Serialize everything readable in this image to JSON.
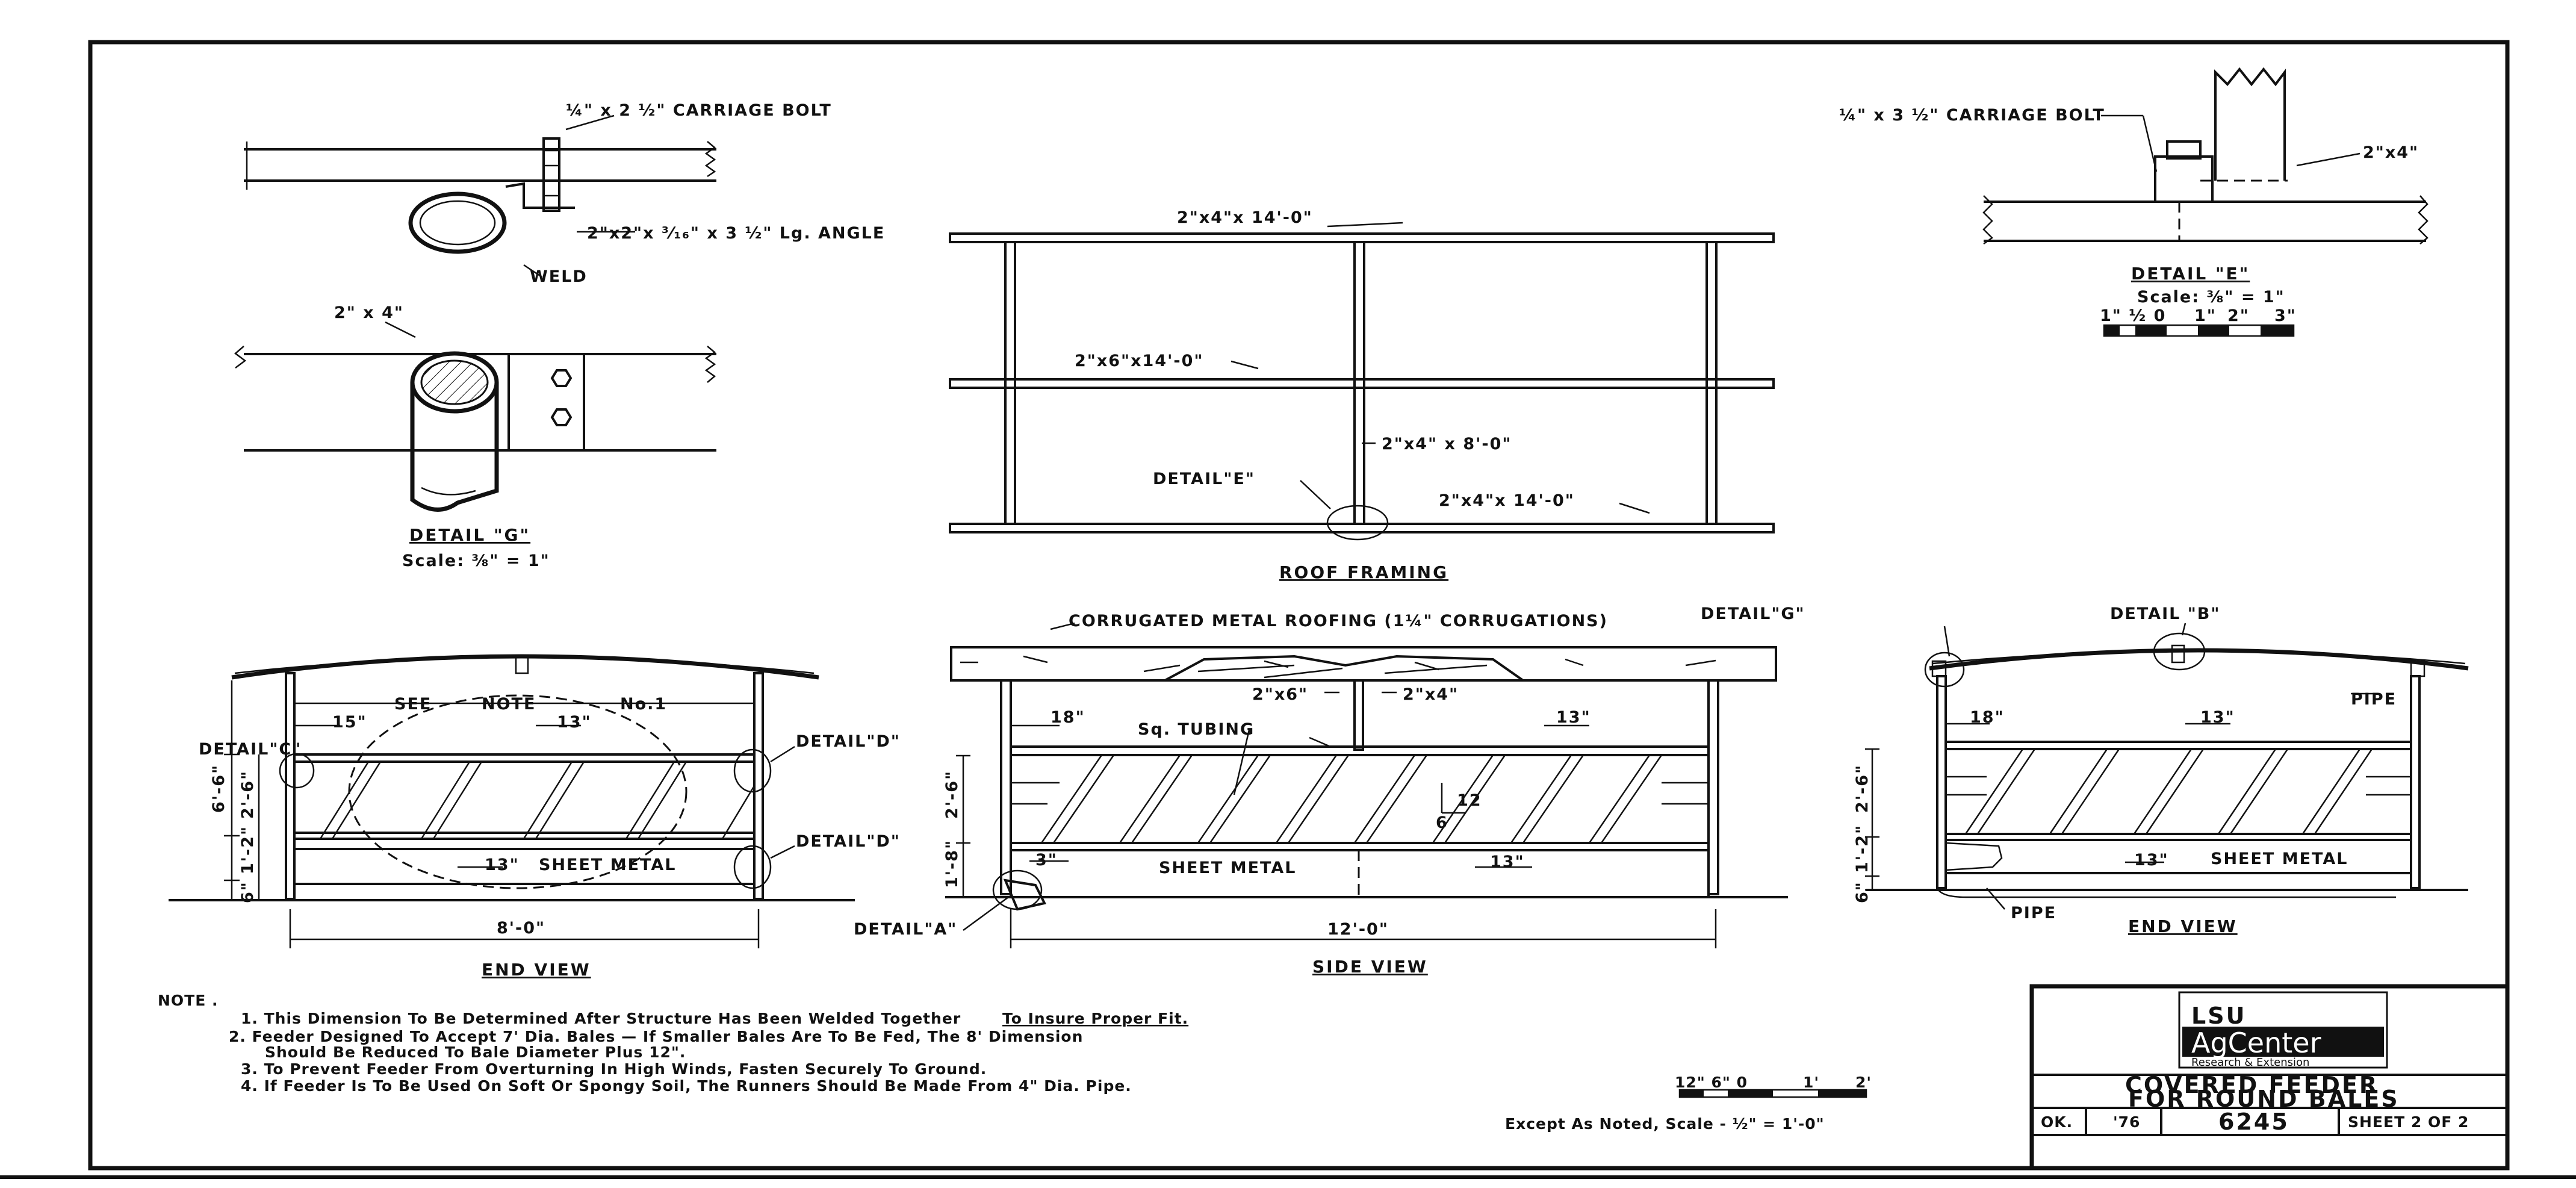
{
  "detail_g_top": {
    "bolt_label": "¼\" x 2 ½\" CARRIAGE BOLT",
    "angle_label": "2\"x2\"x ³⁄₁₆\" x 3 ½\" Lg. ANGLE",
    "weld_label": "WELD"
  },
  "detail_g_bottom": {
    "lumber_label": "2\" x 4\"",
    "title": "DETAIL \"G\"",
    "scale": "Scale: ⅜\" = 1\""
  },
  "roof_framing": {
    "top_member": "2\"x4\"x 14'-0\"",
    "mid_member": "2\"x6\"x14'-0\"",
    "post": "2\"x4\" x 8'-0\"",
    "bottom_member": "2\"x4\"x 14'-0\"",
    "detail_ref": "DETAIL\"E\"",
    "title": "ROOF FRAMING"
  },
  "detail_e": {
    "bolt_label": "¼\" x 3 ½\" CARRIAGE BOLT",
    "lumber_label": "2\"x4\"",
    "title": "DETAIL \"E\"",
    "scale": "Scale: ⅜\" = 1\"",
    "scale_ticks": [
      "1\" ½ 0",
      "1\"",
      "2\"",
      "3\""
    ]
  },
  "end_view_left": {
    "see": "SEE",
    "note": "NOTE",
    "no": "No.1",
    "dim_15": "15\"",
    "dim_13_top": "13\"",
    "dim_13_bottom": "13\"",
    "sheet_metal": "SHEET METAL",
    "detail_c": "DETAIL\"C\"",
    "detail_d_top": "DETAIL\"D\"",
    "detail_d_bottom": "DETAIL\"D\"",
    "h_total": "6'-6\"",
    "h_upper": "2'-6\"",
    "h_lower": "1'-2\"",
    "h_base": "6\"",
    "width": "8'-0\"",
    "title": "END VIEW"
  },
  "side_view": {
    "roofing": "CORRUGATED METAL ROOFING (1¼\" CORRUGATIONS)",
    "dim_18": "18\"",
    "sq_tubing": "Sq. TUBING",
    "dim_13_top": "13\"",
    "dim_2x6": "2\"x6\"",
    "dim_2x4": "2\"x4\"",
    "slope_12": "12",
    "slope_6": "6",
    "dim_3": "3\"",
    "sheet_metal": "SHEET METAL",
    "dim_13_bottom": "13\"",
    "h_upper": "2'-6\"",
    "h_lower": "1'-8\"",
    "detail_a": "DETAIL\"A\"",
    "length": "12'-0\"",
    "title": "SIDE VIEW"
  },
  "end_view_right": {
    "detail_g": "DETAIL\"G\"",
    "detail_b": "DETAIL \"B\"",
    "pipe_top": "PIPE",
    "dim_18": "18\"",
    "dim_13_top": "13\"",
    "dim_13_bottom": "13\"",
    "sheet_metal": "SHEET METAL",
    "h_upper": "2'-6\"",
    "h_lower": "1'-2\"",
    "h_base": "6\"",
    "pipe_bottom": "PIPE",
    "title": "END VIEW"
  },
  "notes": {
    "heading": "NOTE .",
    "items": [
      "1. This Dimension To Be Determined After Structure Has Been Welded Together",
      "To Insure Proper Fit.",
      "2. Feeder Designed To Accept 7' Dia. Bales — If Smaller Bales Are To Be Fed, The 8' Dimension",
      "Should Be Reduced To Bale Diameter Plus 12\".",
      "3. To Prevent Feeder From Overturning In High Winds, Fasten Securely To Ground.",
      "4. If Feeder Is To Be Used On Soft Or Spongy Soil, The Runners Should Be Made From 4\" Dia. Pipe."
    ]
  },
  "scale_note": {
    "ticks": [
      "12\" 6\" 0",
      "1'",
      "2'"
    ],
    "text": "Except As Noted, Scale - ½\" = 1'-0\""
  },
  "title_block": {
    "logo_line1": "LSU",
    "logo_line2": "AgCenter",
    "logo_line3": "Research & Extension",
    "title_line1": "COVERED FEEDER",
    "title_line2": "FOR ROUND BALES",
    "ok": "OK.",
    "year": "'76",
    "number": "6245",
    "sheet": "SHEET 2 OF 2"
  }
}
